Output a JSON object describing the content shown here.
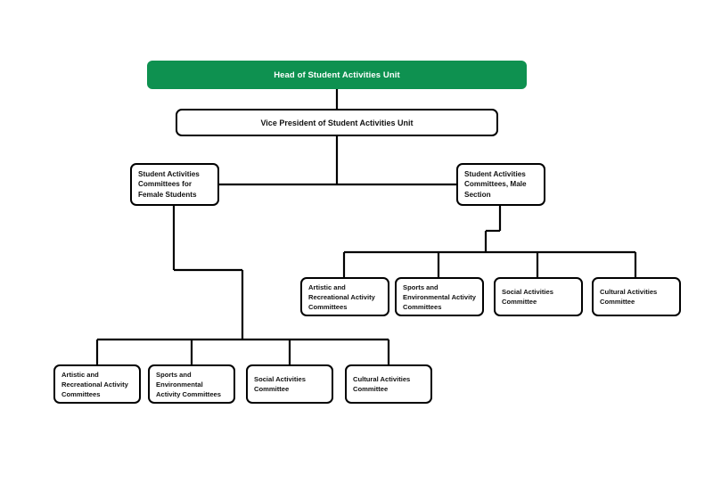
{
  "diagram": {
    "type": "organizational-chart",
    "title_text": "Head of Student Activities Unit",
    "background_color": "#ffffff",
    "accent_color": "#0e9150",
    "line_color": "#000000",
    "box_border_color": "#000000",
    "root": {
      "label": "Head of Student Activities Unit"
    },
    "vice_president": {
      "label": "Vice President of Student Activities Unit"
    },
    "divisions": [
      {
        "id": "female-division",
        "label": "Student Activities Committees for Female Students"
      },
      {
        "id": "male-division",
        "label": "Student Activities Committees, Male Section"
      }
    ],
    "male_committees": [
      {
        "id": "male-artistic",
        "label": "Artistic and Recreational Activity Committees"
      },
      {
        "id": "male-sports",
        "label": "Sports and Environmental Activity Committees"
      },
      {
        "id": "male-social",
        "label": "Social Activities Committee"
      },
      {
        "id": "male-cultural",
        "label": "Cultural Activities Committee"
      }
    ],
    "female_committees": [
      {
        "id": "female-artistic",
        "label": "Artistic and Recreational Activity Committees"
      },
      {
        "id": "female-sports",
        "label": "Sports and Environmental Activity Committees"
      },
      {
        "id": "female-social",
        "label": "Social Activities Committee"
      },
      {
        "id": "female-cultural",
        "label": "Cultural Activities Committee"
      }
    ]
  }
}
